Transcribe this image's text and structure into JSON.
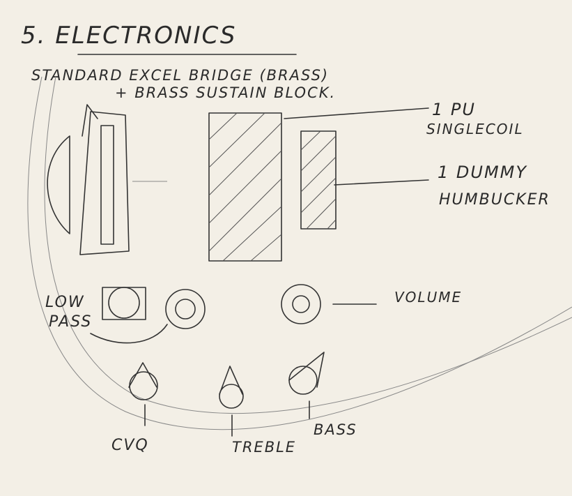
{
  "title": "5. ELECTRONICS",
  "bridge_line1": "STANDARD EXCEL BRIDGE (BRASS)",
  "bridge_line2": "+ BRASS SUSTAIN BLOCK.",
  "pickup_label_1": "1 PU",
  "pickup_label_2": "SINGLECOIL",
  "dummy_label_1": "1 DUMMY",
  "dummy_label_2": "HUMBUCKER",
  "lowpass_label_1": "LOW",
  "lowpass_label_2": "PASS",
  "volume_label": "VOLUME",
  "knob_labels": [
    "CVQ",
    "TREBLE",
    "BASS"
  ],
  "colors": {
    "paper": "#f3efe6",
    "pencil": "#333333",
    "faint": "#888888"
  }
}
